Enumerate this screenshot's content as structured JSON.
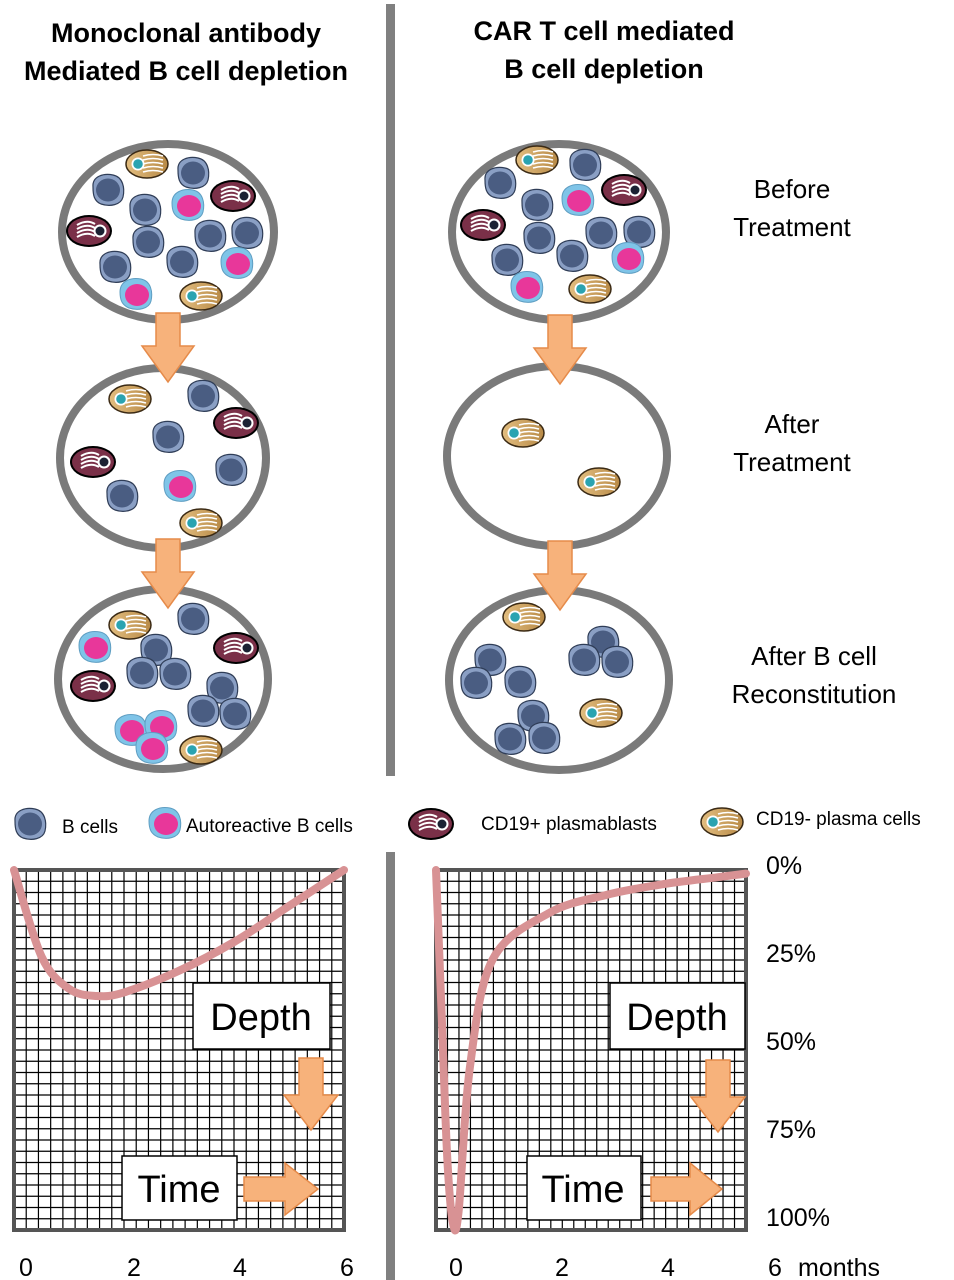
{
  "headers": {
    "left": [
      "Monoclonal antibody",
      "Mediated B cell depletion"
    ],
    "right": [
      "CAR T cell mediated",
      "B cell depletion"
    ]
  },
  "stages": [
    [
      "Before",
      "Treatment"
    ],
    [
      "After",
      "Treatment"
    ],
    [
      "After B cell",
      "Reconstitution"
    ]
  ],
  "legend": {
    "b_cells": "B cells",
    "autoreactive": "Autoreactive B cells",
    "plasmablasts": "CD19+ plasmablasts",
    "plasma_cells": "CD19- plasma cells"
  },
  "graph_labels": {
    "depth": "Depth",
    "time": "Time"
  },
  "x_ticks": [
    "0",
    "2",
    "4",
    "6"
  ],
  "x_unit": "months",
  "y_ticks": [
    "0%",
    "25%",
    "50%",
    "75%",
    "100%"
  ],
  "colors": {
    "b_cell": "#4a5d82",
    "autoreactive": "#e8379a",
    "autoreactive_ring": "#7fc4e8",
    "plasmablast": "#7a3048",
    "plasma_cell": "#d6ad6a",
    "curve": "#d89294",
    "arrow": "#f7b27b",
    "divider": "#808080"
  },
  "chart_data": [
    {
      "type": "line",
      "x": [
        0,
        0.5,
        1,
        1.5,
        2,
        3,
        4,
        5,
        6
      ],
      "series": [
        {
          "values": [
            0,
            24,
            33,
            35,
            34,
            28,
            20,
            10,
            0
          ]
        }
      ],
      "xlim": [
        0,
        6
      ],
      "ylim": [
        0,
        100
      ],
      "y_reversed": true,
      "grid": true
    },
    {
      "type": "line",
      "x": [
        0,
        0.1,
        0.2,
        0.3,
        0.4,
        0.6,
        1,
        2,
        3,
        4,
        5,
        5.5
      ],
      "series": [
        {
          "values": [
            0,
            40,
            80,
            98,
            95,
            55,
            25,
            12,
            7,
            4,
            2,
            1
          ]
        }
      ],
      "xlim": [
        0,
        5.5
      ],
      "ylim": [
        0,
        100
      ],
      "y_reversed": true,
      "grid": true
    }
  ]
}
